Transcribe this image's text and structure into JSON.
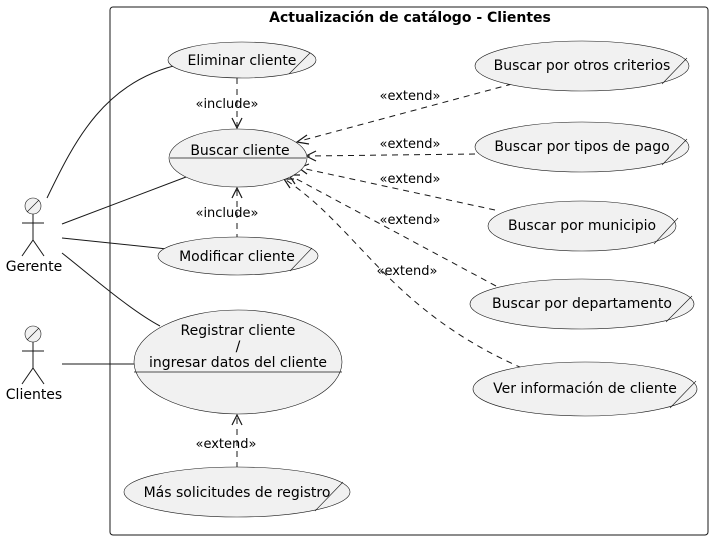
{
  "diagram": {
    "title": "Actualización de catálogo - Clientes",
    "actors": {
      "gerente": "Gerente",
      "clientes": "Clientes"
    },
    "use_cases": {
      "eliminar": "Eliminar cliente",
      "buscar": "Buscar cliente",
      "modificar": "Modificar cliente",
      "registrar_1": "Registrar cliente",
      "registrar_2": "/",
      "registrar_3": "ingresar datos del cliente",
      "mas_solicitudes": "Más solicitudes de registro",
      "otros_criterios": "Buscar por otros criterios",
      "tipos_pago": "Buscar por tipos de pago",
      "municipio": "Buscar por municipio",
      "departamento": "Buscar por departamento",
      "ver_info": "Ver información de cliente"
    },
    "relations": {
      "include_eliminar": "«include»",
      "include_modificar": "«include»",
      "extend_otros": "«extend»",
      "extend_pago": "«extend»",
      "extend_municipio": "«extend»",
      "extend_departamento": "«extend»",
      "extend_info": "«extend»",
      "extend_mas": "«extend»"
    }
  }
}
